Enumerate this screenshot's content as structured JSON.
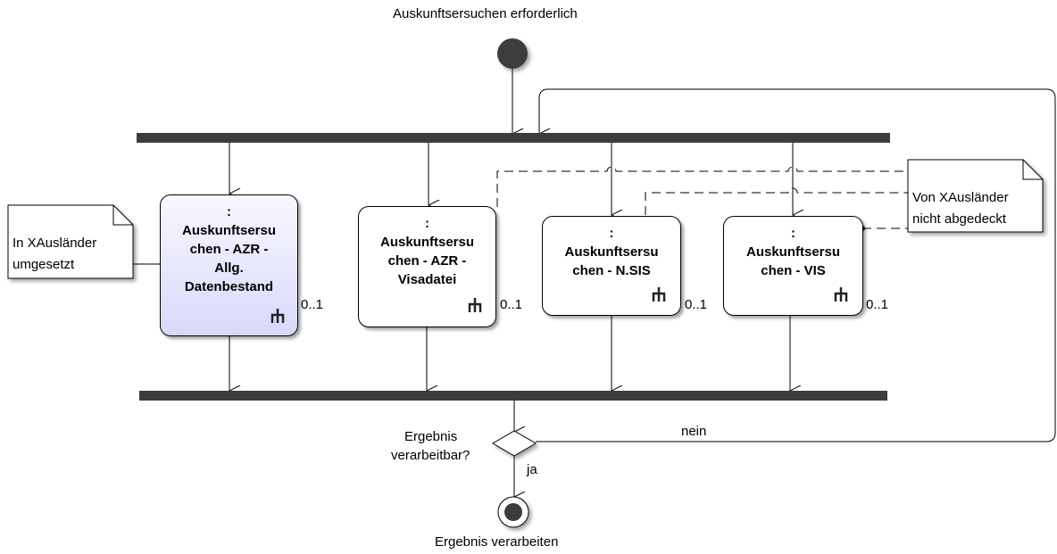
{
  "diagram": {
    "start_label": "Auskunftsersuchen erforderlich",
    "end_label": "Ergebnis verarbeiten",
    "decision": {
      "question_line1": "Ergebnis",
      "question_line2": "verarbeitbar?",
      "yes": "ja",
      "no": "nein"
    },
    "actions": [
      {
        "lines": [
          ":",
          "Auskunftsersu",
          "chen - AZR -",
          "Allg.",
          "Datenbestand"
        ],
        "multiplicity": "0..1",
        "highlighted": true
      },
      {
        "lines": [
          ":",
          "Auskunftsersu",
          "chen - AZR -",
          "Visadatei"
        ],
        "multiplicity": "0..1",
        "highlighted": false
      },
      {
        "lines": [
          ":",
          "Auskunftsersu",
          "chen - N.SIS"
        ],
        "multiplicity": "0..1",
        "highlighted": false
      },
      {
        "lines": [
          ":",
          "Auskunftsersu",
          "chen - VIS"
        ],
        "multiplicity": "0..1",
        "highlighted": false
      }
    ],
    "notes": [
      {
        "line1": "In XAusländer",
        "line2": "umgesetzt"
      },
      {
        "line1": "Von XAusländer",
        "line2": "nicht abgedeckt"
      }
    ],
    "icon": "call-behavior-rake-icon",
    "colors": {
      "highlight_top": "#f8f8ff",
      "highlight_bottom": "#d8d8fb",
      "bar": "#3c3c3c",
      "node": "#3c3c3c"
    }
  }
}
